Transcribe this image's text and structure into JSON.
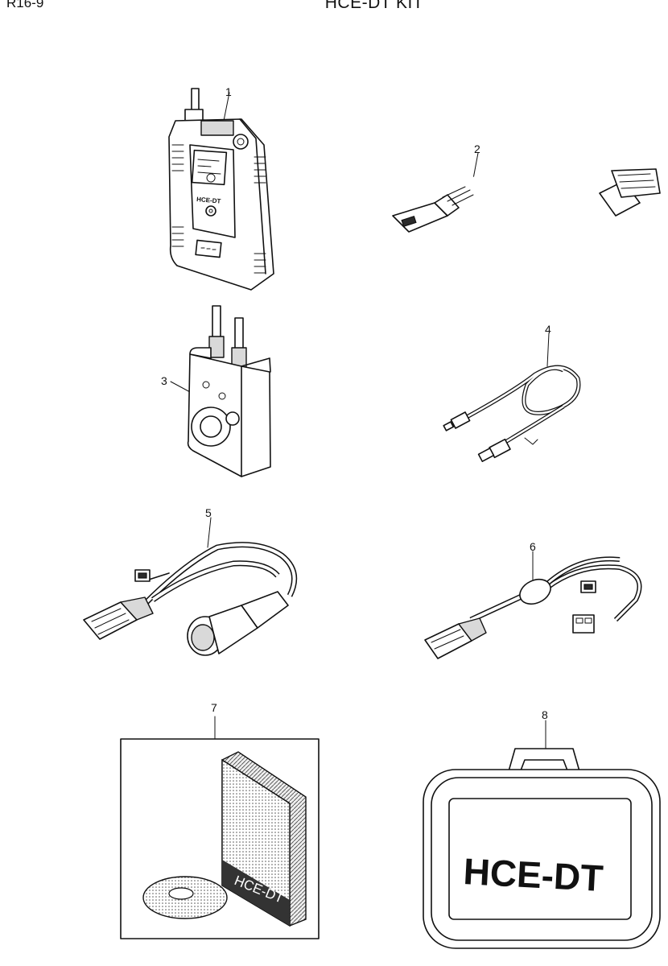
{
  "header": {
    "page_code": "R16-9",
    "title": "HCE-DT KIT"
  },
  "items": [
    {
      "number": "1",
      "label": "HCE-DT"
    },
    {
      "number": "2"
    },
    {
      "number": "3"
    },
    {
      "number": "4"
    },
    {
      "number": "5"
    },
    {
      "number": "6"
    },
    {
      "number": "7",
      "label": "HCE-DT"
    },
    {
      "number": "8",
      "label": "HCE-DT"
    }
  ]
}
